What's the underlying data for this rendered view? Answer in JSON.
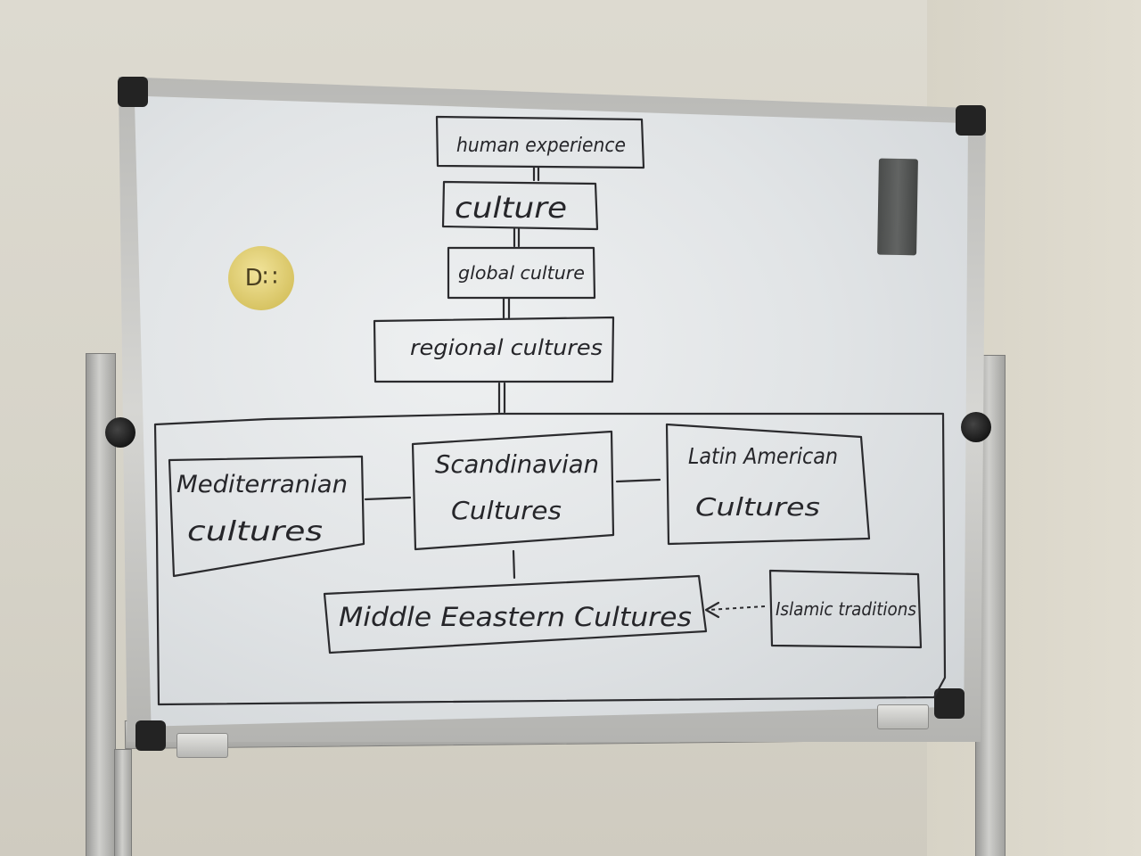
{
  "diagram": {
    "nodes": [
      {
        "id": "human-experience",
        "label": "human experience"
      },
      {
        "id": "culture",
        "label": "culture"
      },
      {
        "id": "global-culture",
        "label": "global culture"
      },
      {
        "id": "regional-cultures",
        "label": "regional cultures"
      },
      {
        "id": "mediterranian-cultures",
        "label_line1": "Mediterranian",
        "label_line2": "cultures"
      },
      {
        "id": "scandinavian-cultures",
        "label_line1": "Scandinavian",
        "label_line2": "Cultures"
      },
      {
        "id": "latin-american-cultures",
        "label_line1": "Latin American",
        "label_line2": "Cultures"
      },
      {
        "id": "middle-eastern-cultures",
        "label": "Middle Eeastern Cultures"
      },
      {
        "id": "islamic-traditions",
        "label": "Islamic traditions"
      }
    ],
    "edges": [
      {
        "from": "human-experience",
        "to": "culture",
        "style": "double-line"
      },
      {
        "from": "culture",
        "to": "global-culture",
        "style": "double-line"
      },
      {
        "from": "global-culture",
        "to": "regional-cultures",
        "style": "double-line"
      },
      {
        "from": "regional-cultures",
        "to": "regional-group",
        "style": "double-line"
      },
      {
        "from": "mediterranian-cultures",
        "to": "scandinavian-cultures",
        "style": "line"
      },
      {
        "from": "scandinavian-cultures",
        "to": "latin-american-cultures",
        "style": "line"
      },
      {
        "from": "scandinavian-cultures",
        "to": "middle-eastern-cultures",
        "style": "line"
      },
      {
        "from": "islamic-traditions",
        "to": "middle-eastern-cultures",
        "style": "dashed-arrow"
      }
    ]
  },
  "colors": {
    "ink": "#2b2b2e",
    "board": "#e4e7e9",
    "frame": "#c4c4c1",
    "magnet": "#e2cf72",
    "eraser": "#555756"
  },
  "icons": {
    "magnet": "magnet-icon",
    "eraser": "eraser-icon"
  }
}
